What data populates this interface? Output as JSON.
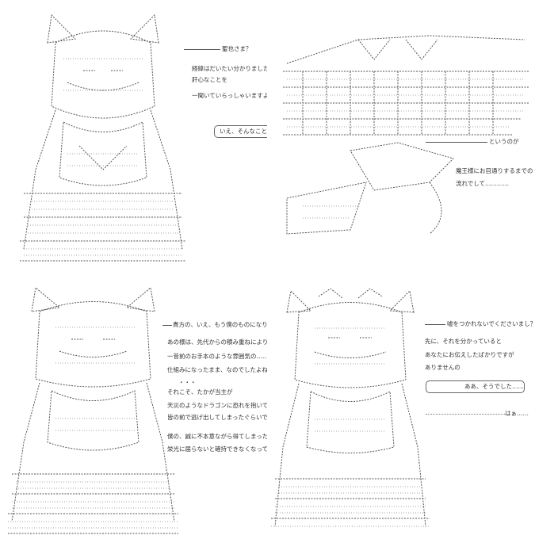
{
  "panel1": {
    "lines": [
      "聖也さま？",
      "経緯はだいたい分かりましたが",
      "肝心なことを",
      "一聞いていらっしゃいますよね？"
    ],
    "bubble": "いえ、そんなことは"
  },
  "panel2": {
    "lines": [
      "というのが",
      "魔王様にお目通りするまでの",
      "流れでして…………"
    ]
  },
  "panel3": {
    "lines": [
      "貴方の、いえ、もう僕のものになりましたが",
      "あの様は、先代からの積み重ねにより",
      "一昔前のお手本のような雰囲気の……いえ",
      "仕組みになったまま、なのでしたよね？",
      "・・・",
      "それこそ、たかが当主が",
      "天災のようなドラゴンに恐れを抱いて",
      "皆の前で逃げ出してしまったぐらいで",
      "僕の、誠に不本意ながら得てしまった",
      "栄光に届らないと確持できなくなっていた程には"
    ]
  },
  "panel4": {
    "lines": [
      "嘘をつかれないでくださいまし？",
      "先に、それを分かっていると",
      "あなたにお伝えしたばかりですが",
      "ありませんの"
    ],
    "bubble": "ああ、そうでした……",
    "trailing": "はぁ……"
  },
  "colors": {
    "ink": "#222222",
    "art": "#555555",
    "paper": "#ffffff"
  }
}
